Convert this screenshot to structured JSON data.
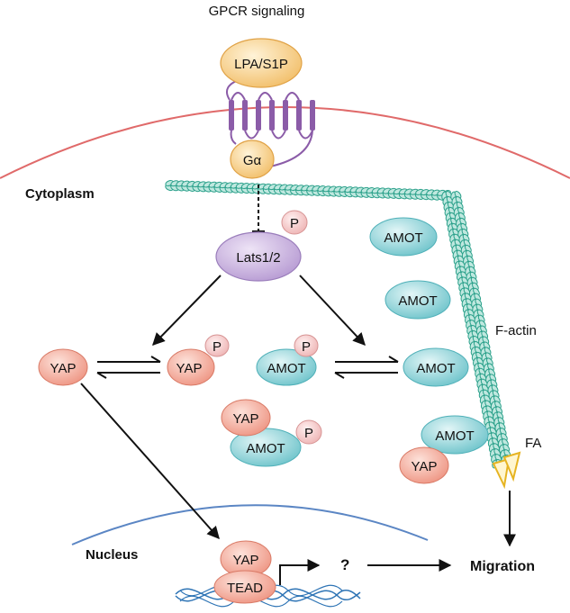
{
  "title": "GPCR signaling",
  "compartments": {
    "cytoplasm": "Cytoplasm",
    "nucleus": "Nucleus"
  },
  "nodes": {
    "ligand": "LPA/S1P",
    "g_alpha": "Gα",
    "lats": "Lats1/2",
    "yap": "YAP",
    "amot": "AMOT",
    "tead": "TEAD",
    "phospho": "P",
    "f_actin": "F-actin",
    "fa": "FA",
    "unknown": "?",
    "migration": "Migration"
  },
  "colors": {
    "membrane": "#e06a6a",
    "nuclear_membrane": "#5b86c4",
    "ligand_fill": "#f7d08a",
    "receptor": "#8b5ca8",
    "lats_fill": "#c6b0dd",
    "yap_fill": "#f2a594",
    "amot_fill": "#88d0d6",
    "phospho_fill": "#f4c2c2",
    "actin": "#2aa08a",
    "fa": "#e6b422",
    "dna": "#2e74b5"
  }
}
